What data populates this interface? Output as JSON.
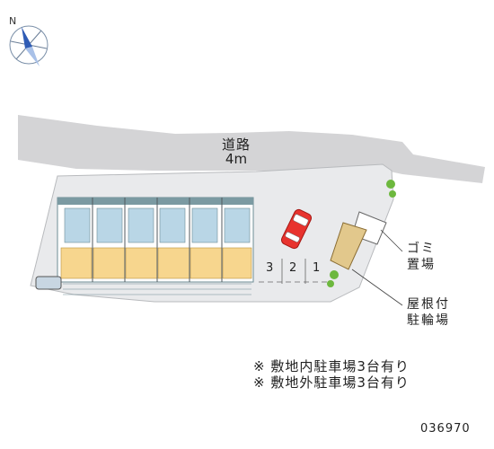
{
  "compass": {
    "icon": "north-compass-icon"
  },
  "road": {
    "name": "道路",
    "width": "4m"
  },
  "parking": {
    "slots": [
      "3",
      "2",
      "1"
    ],
    "car_icon": "car-icon",
    "car_color": "#e8332e"
  },
  "callouts": {
    "garbage": {
      "line1": "ゴミ",
      "line2": "置場"
    },
    "bicycle": {
      "line1": "屋根付",
      "line2": "駐輪場"
    }
  },
  "notes": [
    "※ 敷地内駐車場3台有り",
    "※ 敷地外駐車場3台有り"
  ],
  "property_code": "036970",
  "colors": {
    "road": "#d4d4d6",
    "lot": "#e9eaec",
    "building_wall": "#7b9aa2",
    "room_floor": "#f7d68e",
    "bathroom": "#b9d6e6",
    "tree": "#6db83e"
  }
}
